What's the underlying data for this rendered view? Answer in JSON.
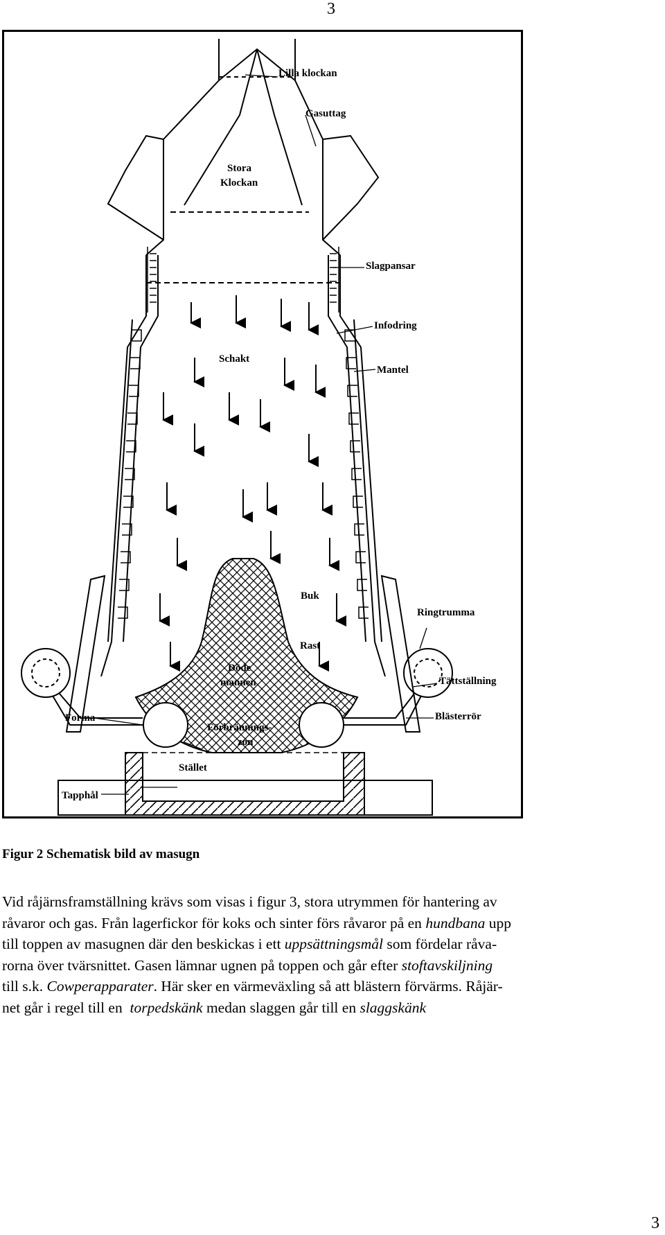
{
  "page": {
    "number_top": "3",
    "number_bottom": "3"
  },
  "figure": {
    "labels": {
      "lilla_klockan": "Lilla klockan",
      "gasuttag": "Gasuttag",
      "stora": "Stora",
      "klockan": "Klockan",
      "slagpansar": "Slagpansar",
      "infodring": "Infodring",
      "schakt": "Schakt",
      "mantel": "Mantel",
      "buk": "Buk",
      "ringtrumma": "Ringtrumma",
      "rast": "Rast",
      "dode": "Döde",
      "mannen": "mannen",
      "tattstallning": "Tättställning",
      "forma": "Forma",
      "blasterror": "Blästerrör",
      "forbrannings": "Förbrännings-",
      "zon": "zon",
      "stallet": "Stället",
      "tapphal": "Tapphål"
    }
  },
  "caption": "Figur 2 Schematisk bild av masugn",
  "paragraph": {
    "line1": "Vid råjärnsframställning krävs som visas i figur 3, stora utrymmen för hantering av",
    "line2": "råvaror och gas. Från lagerfickor för koks och sinter förs råvaror på en ",
    "line2_italic": "hundbana",
    "line2_end": " upp",
    "line3": "till toppen av masugnen där den beskickas i ett ",
    "line3_italic": "uppsättningsmål",
    "line3_end": " som fördelar råva-",
    "line4": "rorna över tvärsnittet. Gasen lämnar ugnen på toppen och går efter ",
    "line4_italic": "stoftavskiljning",
    "line5": "till s.k. ",
    "line5_italic": "Cowperapparater",
    "line5_end": ". Här sker en värmeväxling så att blästern förvärms. Råjär-",
    "line6": "net går i regel till en  ",
    "line6_italic": "torpedskänk",
    "line6_mid": " medan slaggen går till en ",
    "line6_italic2": "slaggskänk"
  }
}
